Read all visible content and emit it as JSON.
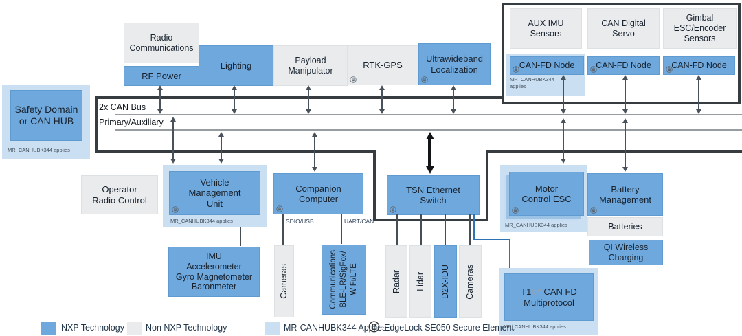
{
  "boxes": {
    "radio_communications": "Radio\nCommunications",
    "rf_power": "RF Power",
    "lighting": "Lighting",
    "payload_manipulator": "Payload\nManipulator",
    "rtk_gps": "RTK-GPS",
    "uwb_localization": "Ultrawideband\nLocalization",
    "aux_imu": "AUX IMU\nSensors",
    "can_digital_servo": "CAN Digital\nServo",
    "gimbal": "Gimbal\nESC/Encoder\nSensors",
    "can_fd_node_1": "CAN-FD Node",
    "can_fd_node_2": "CAN-FD Node",
    "can_fd_node_3": "CAN-FD Node",
    "safety_domain": "Safety Domain\nor CAN HUB",
    "operator_radio_control": "Operator\nRadio Control",
    "vehicle_management_unit": "Vehicle\nManagement\nUnit",
    "companion_computer": "Companion\nComputer",
    "tsn_switch": "TSN Ethernet\nSwitch",
    "motor_control_esc": "Motor\nControl ESC",
    "battery_management": "Battery\nManagement",
    "batteries": "Batteries",
    "qi_wireless": "QI Wireless\nCharging",
    "imu_stack": "IMU\nAccelerometer\nGyro Magnetometer\nBaronmeter",
    "cameras_left": "Cameras",
    "communications": "Communications\nBLE-LR/SigFox/\nWiFi/LTE",
    "radar": "Radar",
    "lidar": "Lidar",
    "d2x_idu": "D2X-IDU",
    "cameras_right": "Cameras",
    "t1": {
      "part1": "T1",
      "hash": "##",
      "part2": " CAN FD",
      "line2": "Multiprotocol"
    }
  },
  "bus": {
    "label_top": "2x CAN Bus",
    "label_bottom": "Primary/Auxiliary"
  },
  "port_labels": {
    "sdio_usb": "SDIO/USB",
    "uart_can": "UART/CAN"
  },
  "notes": {
    "mr_applies": "MR_CANHUBK344 applies",
    "mr_applies_wrapped": "MR_CANHUBK344\napplies"
  },
  "legend": {
    "nxp": {
      "label": "NXP Technology",
      "color": "#6FA8DC"
    },
    "non_nxp": {
      "label": "Non NXP Technology",
      "color": "#E9EBED"
    },
    "mr": {
      "label": "MR-CANHUBK344 Applies",
      "color": "#CBDFF2"
    },
    "edgelock": {
      "label": "EdgeLock SE050 Secure Element",
      "icon": "lock-in-circle-icon"
    }
  },
  "colors": {
    "nxp_blue": "#6FA8DC",
    "non_nxp_gray": "#E9EBED",
    "mr_light_blue": "#CBDFF2",
    "outline_dark": "#373C41",
    "connector_blue": "#2E74B5"
  }
}
